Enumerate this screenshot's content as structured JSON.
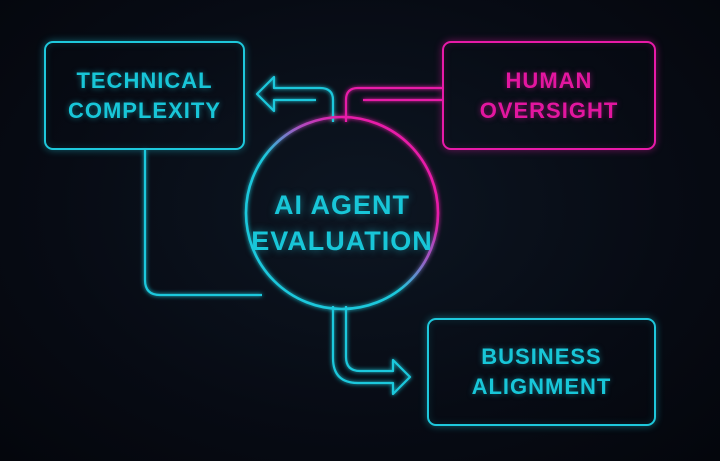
{
  "diagram": {
    "center": {
      "line1": "AI AGENT",
      "line2": "EVALUATION"
    },
    "nodes": [
      {
        "id": "technical-complexity",
        "line1": "TECHNICAL",
        "line2": "COMPLEXITY",
        "color": "#1ec8dc"
      },
      {
        "id": "human-oversight",
        "line1": "HUMAN",
        "line2": "OVERSIGHT",
        "color": "#e81aa8"
      },
      {
        "id": "business-alignment",
        "line1": "BUSINESS",
        "line2": "ALIGNMENT",
        "color": "#1ec8dc"
      }
    ],
    "colors": {
      "background": "#070b14",
      "cyan": "#1ec8dc",
      "magenta": "#e81aa8"
    }
  }
}
